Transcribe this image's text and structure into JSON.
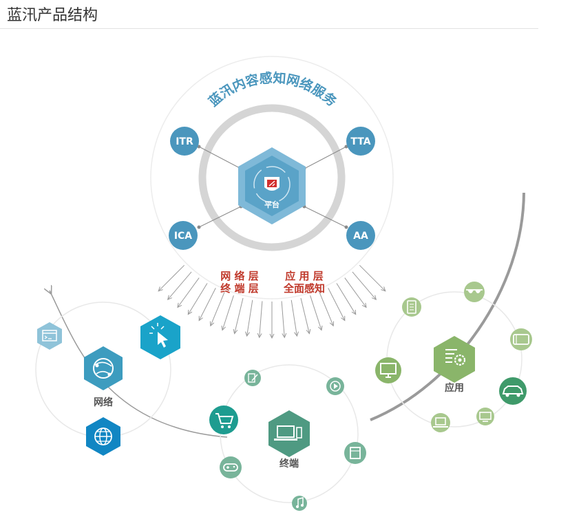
{
  "page": {
    "title": "蓝汛产品结构"
  },
  "service": {
    "title": "蓝汛内容感知网络服务",
    "platform_label": "平台",
    "nodes": [
      "ITR",
      "TTA",
      "ICA",
      "AA"
    ]
  },
  "layers": {
    "left_line1": "网 络 层",
    "left_line2": "终 端 层",
    "right_line1": "应 用 层",
    "right_line2": "全面感知"
  },
  "clusters": {
    "network": "网络",
    "terminal": "终端",
    "application": "应用"
  },
  "colors": {
    "service_blue": "#4a96bd",
    "hex_light": "#7fb9d8",
    "hex_mid": "#5aa3c8",
    "layer_red": "#c0392b",
    "network_teal": "#3d9cbf",
    "network_cyan": "#1aa3c9",
    "network_deep": "#1186c3",
    "terminal_green": "#4f9a82",
    "terminal_teal": "#1e9c90",
    "app_green": "#8ab56a",
    "app_dark_green": "#3f9a6a",
    "gray_ring": "#d5d5d5"
  },
  "icons": {
    "platform": "logo-shield-icon",
    "network": [
      "terminal-window-icon",
      "cursor-click-icon",
      "network-globe-icon",
      "globe-icon"
    ],
    "terminal": [
      "laptop-phone-icon",
      "cart-icon",
      "edit-icon",
      "play-icon",
      "gamepad-icon",
      "tablet-icon",
      "music-icon"
    ],
    "application": [
      "gear-document-icon",
      "phone-icon",
      "glasses-icon",
      "monitor-icon",
      "tablet-landscape-icon",
      "car-icon",
      "tv-icon",
      "laptop-icon"
    ]
  }
}
